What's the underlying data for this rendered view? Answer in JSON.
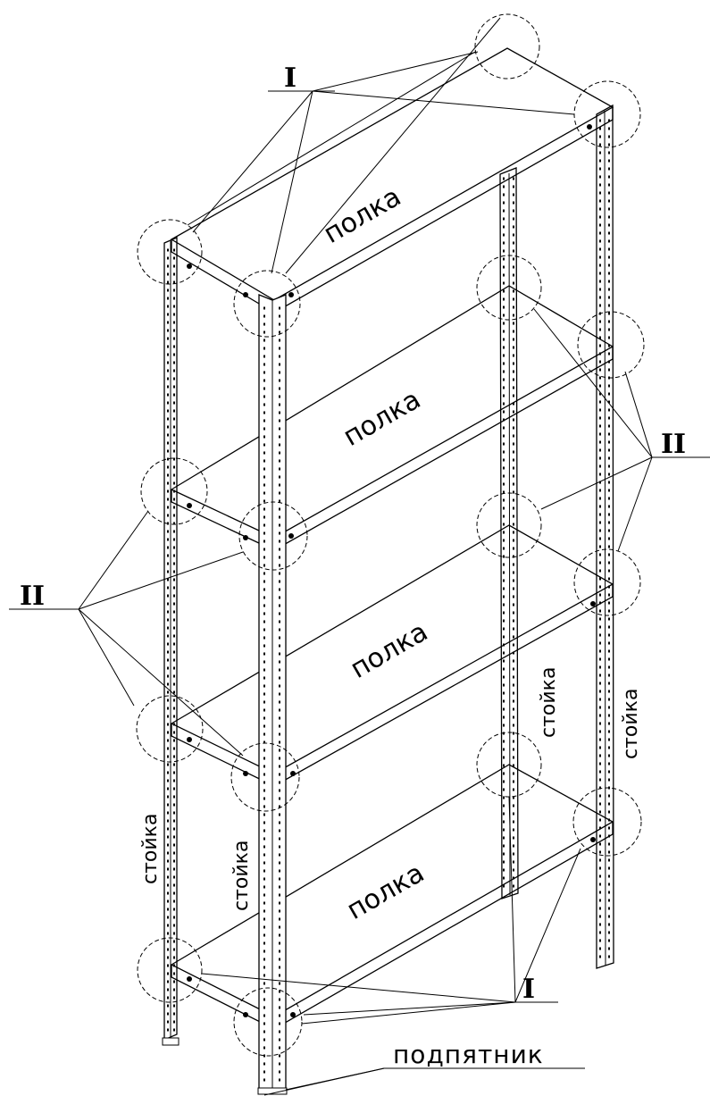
{
  "labels": {
    "shelf": "полка",
    "post": "стойка",
    "foot": "подпятник",
    "node_one": "I",
    "node_two": "II"
  }
}
